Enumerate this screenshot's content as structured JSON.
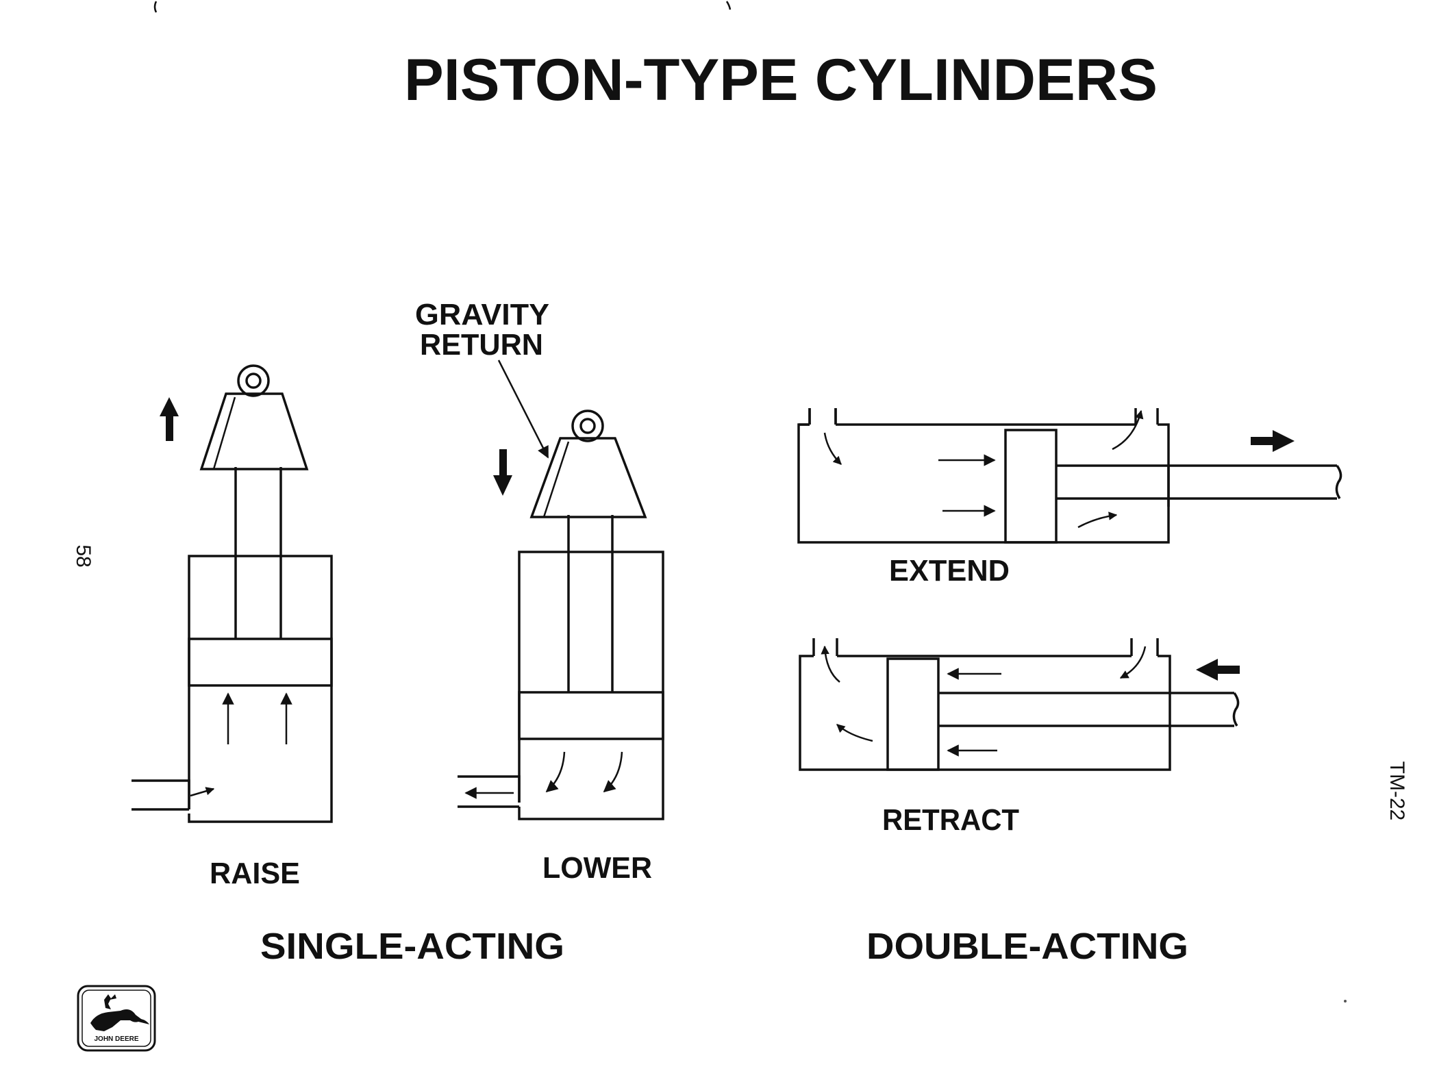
{
  "title": "PISTON-TYPE CYLINDERS",
  "page_number": "58",
  "doc_code": "TM-22",
  "callout": {
    "line1": "GRAVITY",
    "line2": "RETURN"
  },
  "single_acting": {
    "heading": "SINGLE-ACTING",
    "raise_label": "RAISE",
    "lower_label": "LOWER"
  },
  "double_acting": {
    "heading": "DOUBLE-ACTING",
    "extend_label": "EXTEND",
    "retract_label": "RETRACT"
  },
  "logo": {
    "text": "JOHN DEERE",
    "icon": "leaping-deer-icon"
  },
  "colors": {
    "ink": "#111111",
    "paper": "#ffffff"
  }
}
